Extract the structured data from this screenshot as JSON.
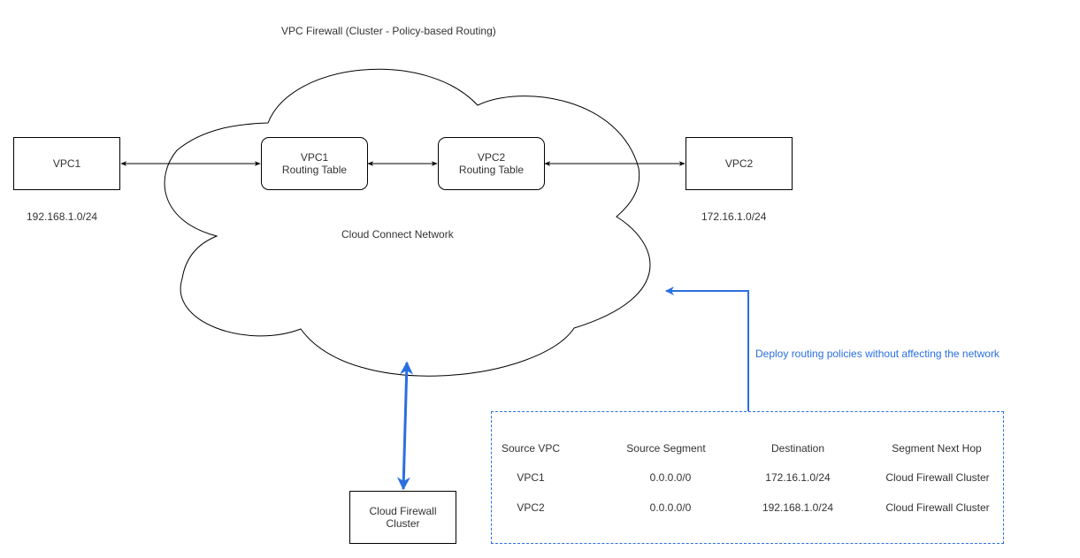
{
  "title": "VPC Firewall (Cluster - Policy-based Routing)",
  "nodes": {
    "vpc1": {
      "label": "VPC1",
      "cidr": "192.168.1.0/24"
    },
    "vpc2": {
      "label": "VPC2",
      "cidr": "172.16.1.0/24"
    },
    "vpc1_rt": {
      "line1": "VPC1",
      "line2": "Routing Table"
    },
    "vpc2_rt": {
      "line1": "VPC2",
      "line2": "Routing Table"
    },
    "cloud": {
      "label": "Cloud Connect Network"
    },
    "firewall": {
      "line1": "Cloud Firewall",
      "line2": "Cluster"
    }
  },
  "annotation": {
    "text": "Deploy routing policies without affecting the network"
  },
  "policy_table": {
    "headers": [
      "Source VPC",
      "Source Segment",
      "Destination",
      "Segment Next Hop"
    ],
    "rows": [
      [
        "VPC1",
        "0.0.0.0/0",
        "172.16.1.0/24",
        "Cloud Firewall Cluster"
      ],
      [
        "VPC2",
        "0.0.0.0/0",
        "192.168.1.0/24",
        "Cloud Firewall Cluster"
      ]
    ]
  },
  "colors": {
    "accent": "#2a6fe0",
    "stroke": "#000000",
    "text": "#333333"
  }
}
